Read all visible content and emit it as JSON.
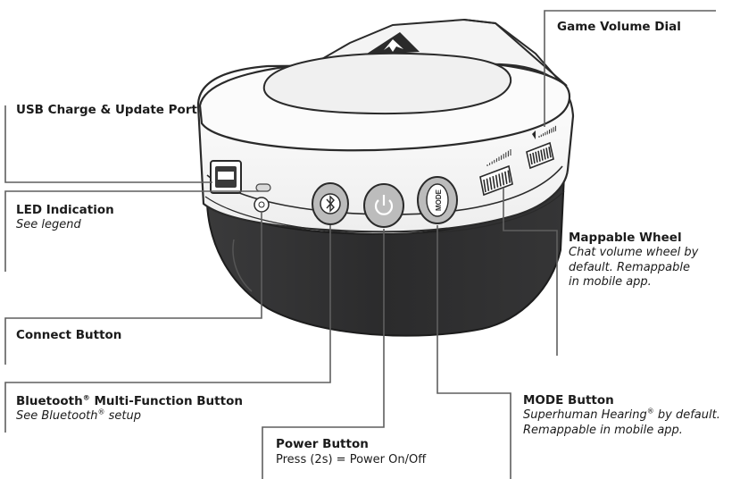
{
  "callouts": {
    "game_volume": {
      "title": "Game Volume Dial"
    },
    "usb_port": {
      "title": "USB Charge & Update Port"
    },
    "led": {
      "title": "LED Indication",
      "desc": "See legend"
    },
    "connect": {
      "title": "Connect Button"
    },
    "bluetooth": {
      "title": "Bluetooth",
      "title_sup": "®",
      "title_after": " Multi-Function Button",
      "desc": "See Bluetooth",
      "desc_sup": "®",
      "desc_after": " setup"
    },
    "power": {
      "title": "Power Button",
      "desc": "Press (2s) = Power On/Off"
    },
    "mappable": {
      "title": "Mappable Wheel",
      "desc_lines": [
        "Chat volume wheel by",
        "default. Remappable",
        "in mobile app."
      ]
    },
    "mode": {
      "title": "MODE Button",
      "desc_line1": "Superhuman Hearing",
      "desc_sup": "®",
      "desc_line1_after": " by default.",
      "desc_line2": "Remappable in mobile app."
    }
  },
  "device": {
    "mode_button_text": "MODE",
    "logo_icon": "turtle-beach-logo-icon",
    "power_icon": "power-icon",
    "bluetooth_icon": "bluetooth-icon"
  },
  "colors": {
    "line": "#5f5f5f",
    "outline": "#2a2a2a",
    "band_dark": "#2f2f30",
    "button_gray": "#bcbcbc"
  }
}
